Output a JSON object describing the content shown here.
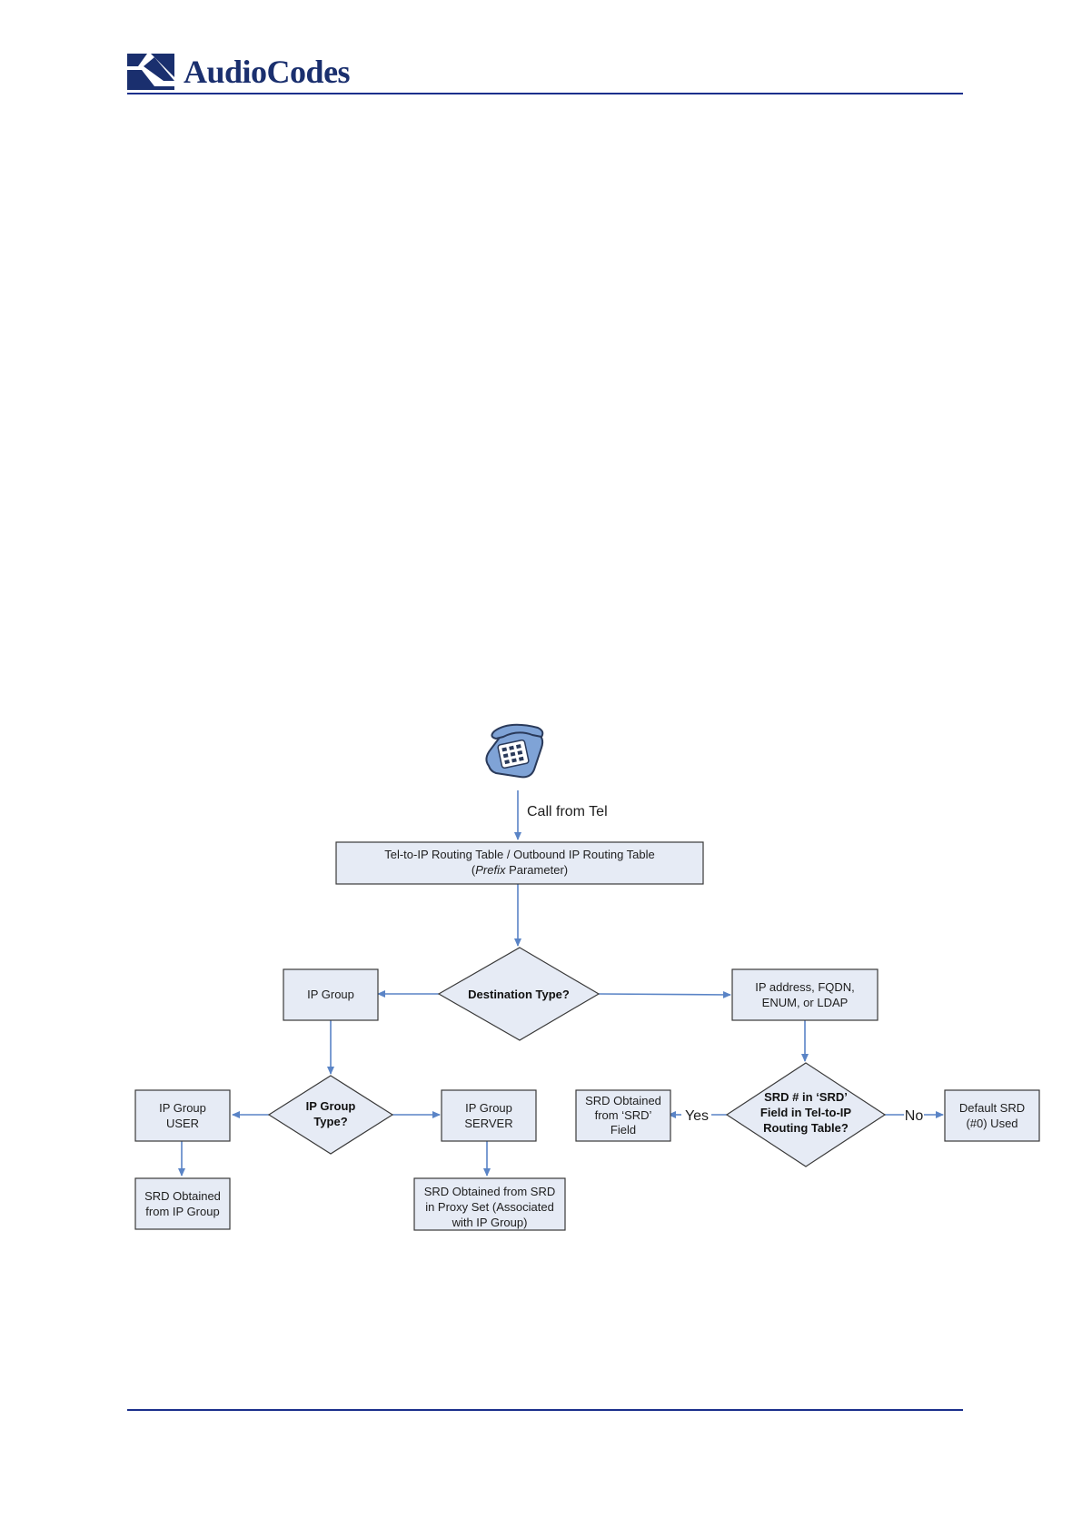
{
  "header": {
    "logo_text": "AudioCodes"
  },
  "diagram": {
    "start": {
      "icon": "telephone-icon",
      "caption": "Call from Tel"
    },
    "routing_table": {
      "line1": "Tel-to-IP Routing Table / Outbound IP Routing Table",
      "line2_italic": "Prefix",
      "line2_rest": " Parameter)",
      "line2_open": "("
    },
    "destination_type": "Destination Type?",
    "ip_group": "IP Group",
    "ip_address": {
      "line1": "IP address, FQDN,",
      "line2": "ENUM, or LDAP"
    },
    "ip_group_type": {
      "line1": "IP Group",
      "line2": "Type?"
    },
    "ip_group_user": {
      "line1": "IP Group",
      "line2": "USER"
    },
    "ip_group_server": {
      "line1": "IP Group",
      "line2": "SERVER"
    },
    "srd_from_ip_group": {
      "line1": "SRD Obtained",
      "line2": "from IP Group"
    },
    "srd_from_proxy": {
      "line1": "SRD Obtained from SRD",
      "line2": "in Proxy Set (Associated",
      "line3": "with IP Group)"
    },
    "srd_decision": {
      "line1": "SRD # in ‘SRD’",
      "line2": "Field in Tel-to-IP",
      "line3": "Routing Table?"
    },
    "srd_from_field": {
      "line1": "SRD Obtained",
      "line2": "from ‘SRD’",
      "line3": "Field"
    },
    "default_srd": {
      "line1": "Default SRD",
      "line2": "(#0) Used"
    },
    "yes_label": "Yes",
    "no_label": "No"
  },
  "colors": {
    "node_fill": "#e6ebf5",
    "edge": "#5a84c6",
    "rule": "#1a2f8c",
    "logo": "#1a2f6e"
  }
}
